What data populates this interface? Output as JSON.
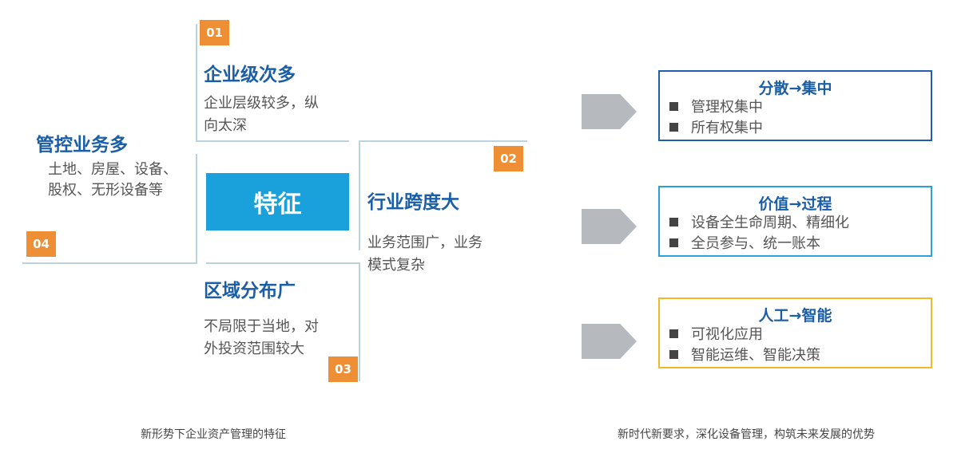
{
  "left_diagram": {
    "center_label": "特征",
    "features": [
      {
        "number": "01",
        "title": "企业级次多",
        "desc": [
          "企业层级较多，纵",
          "向太深"
        ]
      },
      {
        "number": "02",
        "title": "行业跨度大",
        "desc": [
          "业务范围广，业务",
          "模式复杂"
        ]
      },
      {
        "number": "03",
        "title": "区域分布广",
        "desc": [
          "不局限于当地，对",
          "外投资范围较大"
        ]
      },
      {
        "number": "04",
        "title": "管控业务多",
        "desc": [
          "土地、房屋、设备、",
          "股权、无形设备等"
        ]
      }
    ],
    "caption": "新形势下企业资产管理的特征"
  },
  "right_diagram": {
    "boxes": [
      {
        "title": "分散→集中",
        "items": [
          "管理权集中",
          "所有权集中"
        ],
        "border_color": "#1f5fae"
      },
      {
        "title": "价值→过程",
        "items": [
          "设备全生命周期、精细化",
          "全员参与、统一账本"
        ],
        "border_color": "#2b9fd8"
      },
      {
        "title": "人工→智能",
        "items": [
          "可视化应用",
          "智能运维、智能决策"
        ],
        "border_color": "#f0b929"
      }
    ],
    "caption": "新时代新要求，深化设备管理，构筑未来发展的优势"
  },
  "colors": {
    "accent_blue": "#1aa0db",
    "title_blue": "#1b5ea8",
    "badge_orange": "#ee8f35",
    "arrow_gray": "#b6babf"
  }
}
